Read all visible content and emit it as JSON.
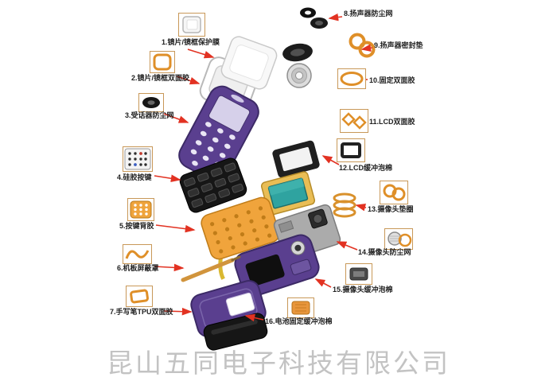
{
  "watermark": "昆山五同电子科技有限公司",
  "callouts": [
    {
      "num": 1,
      "text": "1.镜片/镜框保护膜",
      "icon": "lens-film-thumb-icon"
    },
    {
      "num": 2,
      "text": "2.镜片/镜框双面胶",
      "icon": "lens-frame-adhesive-thumb-icon"
    },
    {
      "num": 3,
      "text": "3.受话器防尘网",
      "icon": "receiver-dust-net-thumb-icon"
    },
    {
      "num": 4,
      "text": "4.硅胶按键",
      "icon": "silicone-keypad-thumb-icon"
    },
    {
      "num": 5,
      "text": "5.按键背胶",
      "icon": "keypad-adhesive-thumb-icon"
    },
    {
      "num": 6,
      "text": "6.机板屏蔽罩",
      "icon": "board-shield-thumb-icon"
    },
    {
      "num": 7,
      "text": "7.手写笔TPU双面胶",
      "icon": "stylus-tpu-adhesive-thumb-icon"
    },
    {
      "num": 8,
      "text": "8.扬声器防尘网",
      "icon": "speaker-dust-net-thumb-icon"
    },
    {
      "num": 9,
      "text": "9.扬声器密封垫",
      "icon": "speaker-gasket-thumb-icon"
    },
    {
      "num": 10,
      "text": "10.固定双面胶",
      "icon": "fixing-adhesive-thumb-icon"
    },
    {
      "num": 11,
      "text": "11.LCD双面胶",
      "icon": "lcd-adhesive-thumb-icon"
    },
    {
      "num": 12,
      "text": "12.LCD缓冲泡棉",
      "icon": "lcd-foam-thumb-icon"
    },
    {
      "num": 13,
      "text": "13.摄像头垫圈",
      "icon": "camera-gasket-thumb-icon"
    },
    {
      "num": 14,
      "text": "14.摄像头防尘网",
      "icon": "camera-dust-net-thumb-icon"
    },
    {
      "num": 15,
      "text": "15.摄像头缓冲泡棉",
      "icon": "camera-buffer-foam-thumb-icon"
    },
    {
      "num": 16,
      "text": "16.电池固定缓冲泡棉",
      "icon": "battery-foam-thumb-icon"
    }
  ],
  "colors": {
    "arrow_red": "#e23222",
    "housing_purple": "#5a3f8f",
    "part_orange": "#efa43c",
    "thumb_border": "#c89858",
    "watermark_gray": "#c3c3c3"
  }
}
